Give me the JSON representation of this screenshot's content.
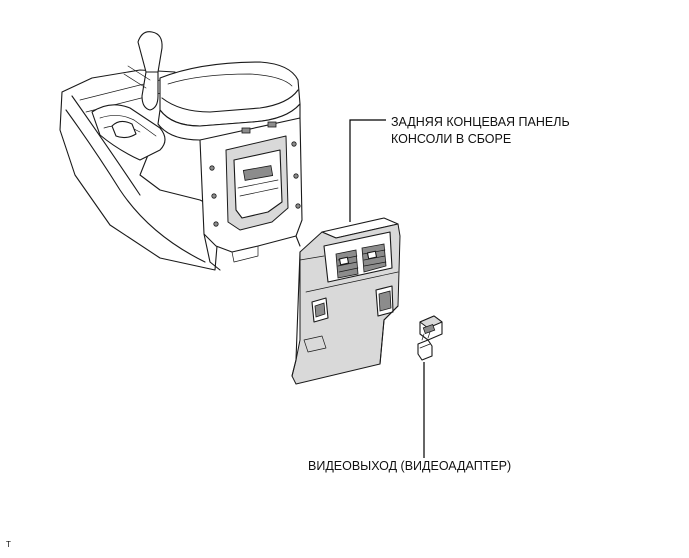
{
  "labels": {
    "rear_end_panel_line1": "ЗАДНЯЯ КОНЦЕВАЯ ПАНЕЛЬ",
    "rear_end_panel_line2": "КОНСОЛИ В СБОРЕ",
    "video_output": "ВИДЕОВЫХОД (ВИДЕОАДАПТЕР)",
    "corner_mark": "T"
  },
  "colors": {
    "line": "#1a1a1a",
    "panel_fill": "#d9d9d9",
    "background": "#ffffff"
  }
}
